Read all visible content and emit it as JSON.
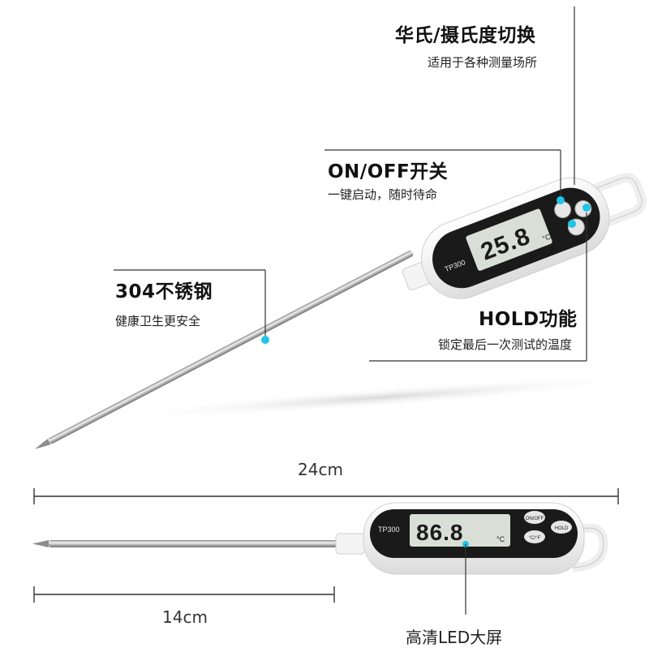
{
  "annotations": {
    "unit_switch": {
      "title": "华氏/摄氏度切换",
      "desc": "适用于各种测量场所"
    },
    "power": {
      "title": "ON/OFF开关",
      "desc": "一键启动，随时待命"
    },
    "material": {
      "title": "304不锈钢",
      "desc": "健康卫生更安全"
    },
    "hold": {
      "title": "HOLD功能",
      "desc": "锁定最后一次测试的温度"
    },
    "screen": {
      "title": "高清LED大屏"
    }
  },
  "top_device": {
    "model": "TP300",
    "reading": "25.8",
    "unit": "°C"
  },
  "bottom_device": {
    "model": "TP300",
    "reading": "86.8",
    "unit": "°C",
    "btn_onoff": "ON/OFF",
    "btn_hold": "HOLD",
    "btn_unit": "°C/°F"
  },
  "dimensions": {
    "total_length": "24cm",
    "probe_length": "14cm"
  },
  "colors": {
    "accent_dot": "#22c3e6",
    "device_body": "#ffffff",
    "device_face": "#1a1a1a",
    "lcd": "#d9dfd6"
  }
}
